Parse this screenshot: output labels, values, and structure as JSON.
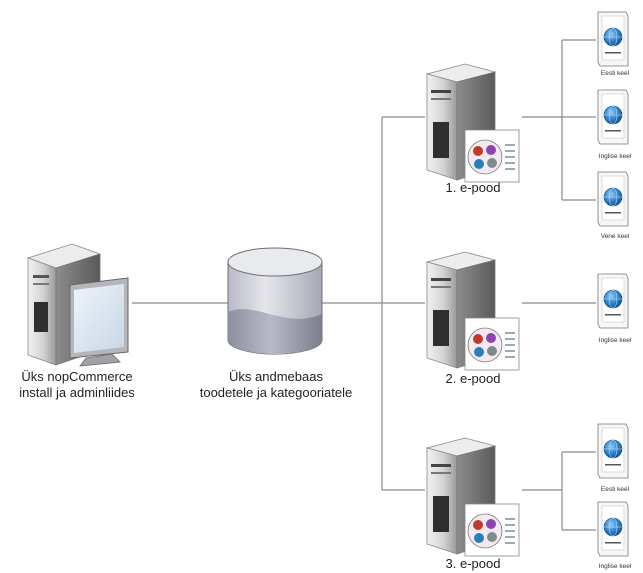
{
  "admin": {
    "label_line1": "Üks nopCommerce",
    "label_line2": "install ja adminliides",
    "icon": "computer-icon"
  },
  "database": {
    "label_line1": "Üks andmebaas",
    "label_line2": "toodetele ja kategooriatele",
    "icon": "database-icon"
  },
  "stores": [
    {
      "label": "1. e-pood",
      "icon": "server-icon",
      "languages": [
        "Eesti keel",
        "Inglise keel",
        "Vene keel"
      ]
    },
    {
      "label": "2. e-pood",
      "icon": "server-icon",
      "languages": [
        "Inglise keel"
      ]
    },
    {
      "label": "3. e-pood",
      "icon": "server-icon",
      "languages": [
        "Eesti keel",
        "Inglise keel"
      ]
    }
  ],
  "colors": {
    "line": "#8a8a8a",
    "server_body": "#d9d9d9",
    "server_dark": "#3a3a3a",
    "globe_blue": "#2a7fc9",
    "database_fill": "#cfd0d6"
  }
}
